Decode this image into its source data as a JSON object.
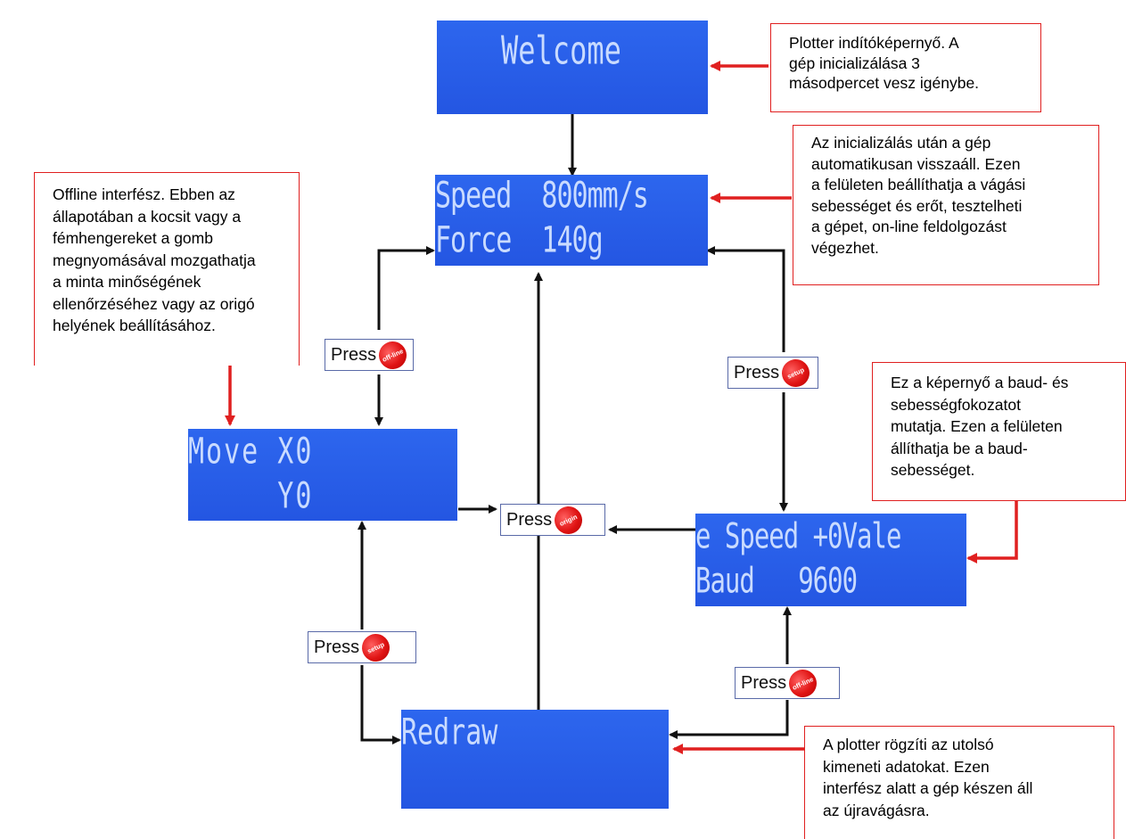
{
  "screens": {
    "welcome": {
      "line1": "Welcome"
    },
    "speed_force": {
      "line1": "Speed  800mm/s",
      "line2": "Force  140g"
    },
    "move": {
      "line1": "Move X0",
      "line2": "     Y0"
    },
    "baud": {
      "line1": "e Speed +0Vale",
      "line2": "Baud   9600"
    },
    "redraw": {
      "line1": "Redraw"
    }
  },
  "notes": {
    "welcome": [
      "Plotter indítóképernyő. A",
      "gép inicializálása 3",
      "másodpercet vesz igénybe."
    ],
    "speed": [
      "Az inicializálás után a gép",
      "automatikusan visszaáll. Ezen",
      "a felületen beállíthatja a vágási",
      "sebességet és erőt, tesztelheti",
      "a gépet, on-line feldolgozást",
      "végezhet."
    ],
    "offline": [
      "Offline interfész. Ebben az",
      "állapotában a kocsit vagy a",
      "fémhengereket a gomb",
      "megnyomásával mozgathatja",
      "a minta minőségének",
      "ellenőrzéséhez vagy az origó",
      "helyének beállításához."
    ],
    "baud": [
      "Ez a képernyő a baud- és",
      "sebességfokozatot",
      "mutatja. Ezen a felületen",
      "állíthatja be a baud-",
      "sebességet."
    ],
    "redraw": [
      "A plotter rögzíti az utolsó",
      "kimeneti adatokat. Ezen",
      "interfész alatt a gép készen áll",
      "az újravágásra."
    ]
  },
  "press": {
    "label": "Press",
    "offline_btn": "off-line",
    "setup_btn": "setup",
    "origin_btn": "origin"
  },
  "colors": {
    "lcd": "#2d66ee",
    "lcd_text": "#c9dbff",
    "red_arrow": "#e02020",
    "black_arrow": "#111111"
  }
}
